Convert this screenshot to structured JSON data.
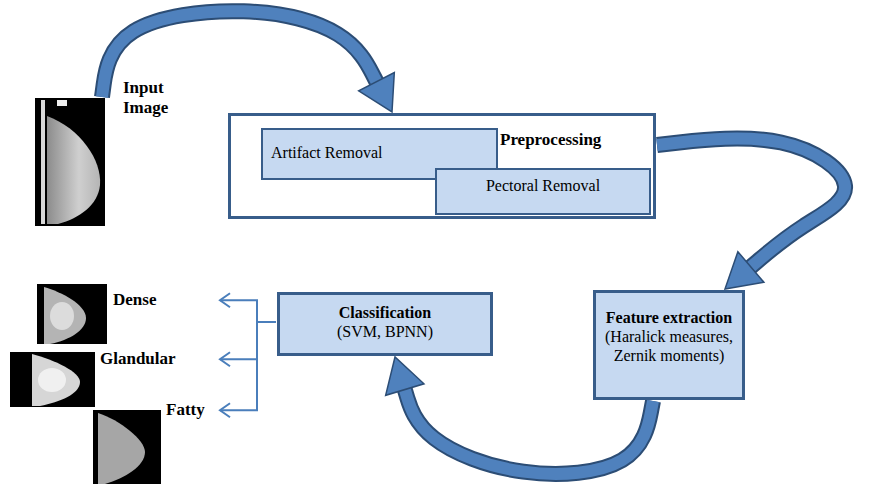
{
  "diagram": {
    "nodes": [
      {
        "text": [
          "Input Image"
        ]
      },
      {
        "text": [
          "Preprocessing"
        ]
      },
      {
        "text": [
          "Artifact Removal"
        ],
        "in": 1
      },
      {
        "text": [
          "Pectoral Removal"
        ],
        "in": 1
      },
      {
        "text": [
          "Feature extraction",
          "(Haralick measures, Zernik moments)"
        ]
      },
      {
        "text": [
          "Classification",
          "(SVM, BPNN)"
        ]
      },
      {
        "text": [
          "Dense"
        ]
      },
      {
        "text": [
          "Glandular"
        ]
      },
      {
        "text": [
          "Fatty"
        ]
      }
    ],
    "edges": [
      {
        "from": 0,
        "to": 1,
        "arrow": "to"
      },
      {
        "from": 1,
        "to": 4,
        "arrow": "to"
      },
      {
        "from": 4,
        "to": 5,
        "arrow": "to"
      },
      {
        "from": 5,
        "to": 6,
        "arrow": "to"
      },
      {
        "from": 5,
        "to": 7,
        "arrow": "to"
      },
      {
        "from": 5,
        "to": 8,
        "arrow": "to"
      }
    ]
  }
}
